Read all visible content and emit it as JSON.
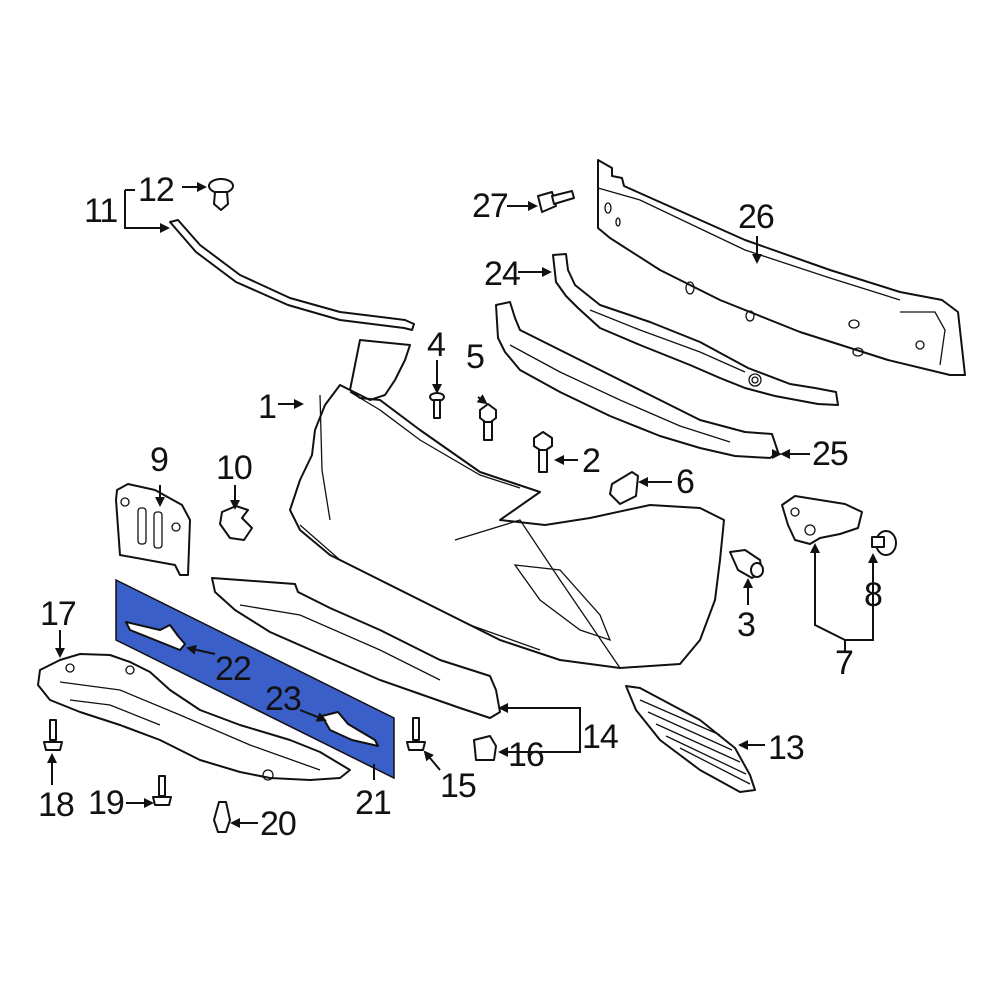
{
  "diagram": {
    "title": "Front bumper assembly exploded parts diagram",
    "highlight_color": "#3a5fc8",
    "line_color": "#111111",
    "background_color": "#ffffff",
    "highlighted_part": "21",
    "callouts": [
      {
        "number": "1",
        "part": "bumper-cover"
      },
      {
        "number": "2",
        "part": "bolt"
      },
      {
        "number": "3",
        "part": "clip"
      },
      {
        "number": "4",
        "part": "pin-fastener"
      },
      {
        "number": "5",
        "part": "bolt"
      },
      {
        "number": "6",
        "part": "bracket-retainer"
      },
      {
        "number": "7",
        "part": "side-bracket-group"
      },
      {
        "number": "8",
        "part": "push-clip"
      },
      {
        "number": "9",
        "part": "license-plate-bracket"
      },
      {
        "number": "10",
        "part": "clip-nut"
      },
      {
        "number": "11",
        "part": "molding-strip-group"
      },
      {
        "number": "12",
        "part": "push-retainer"
      },
      {
        "number": "13",
        "part": "fog-lamp-grille"
      },
      {
        "number": "14",
        "part": "lower-deflector-group"
      },
      {
        "number": "15",
        "part": "screw"
      },
      {
        "number": "16",
        "part": "clip-nut"
      },
      {
        "number": "17",
        "part": "splash-shield"
      },
      {
        "number": "18",
        "part": "screw"
      },
      {
        "number": "19",
        "part": "screw"
      },
      {
        "number": "20",
        "part": "push-retainer"
      },
      {
        "number": "21",
        "part": "air-deflector-group"
      },
      {
        "number": "22",
        "part": "deflector-bracket-left"
      },
      {
        "number": "23",
        "part": "deflector-bracket-right"
      },
      {
        "number": "24",
        "part": "upper-energy-absorber"
      },
      {
        "number": "25",
        "part": "lower-energy-absorber"
      },
      {
        "number": "26",
        "part": "impact-bar"
      },
      {
        "number": "27",
        "part": "bolt"
      }
    ]
  },
  "labels": {
    "c1": "1",
    "c2": "2",
    "c3": "3",
    "c4": "4",
    "c5": "5",
    "c6": "6",
    "c7": "7",
    "c8": "8",
    "c9": "9",
    "c10": "10",
    "c11": "11",
    "c12": "12",
    "c13": "13",
    "c14": "14",
    "c15": "15",
    "c16": "16",
    "c17": "17",
    "c18": "18",
    "c19": "19",
    "c20": "20",
    "c21": "21",
    "c22": "22",
    "c23": "23",
    "c24": "24",
    "c25": "25",
    "c26": "26",
    "c27": "27"
  }
}
